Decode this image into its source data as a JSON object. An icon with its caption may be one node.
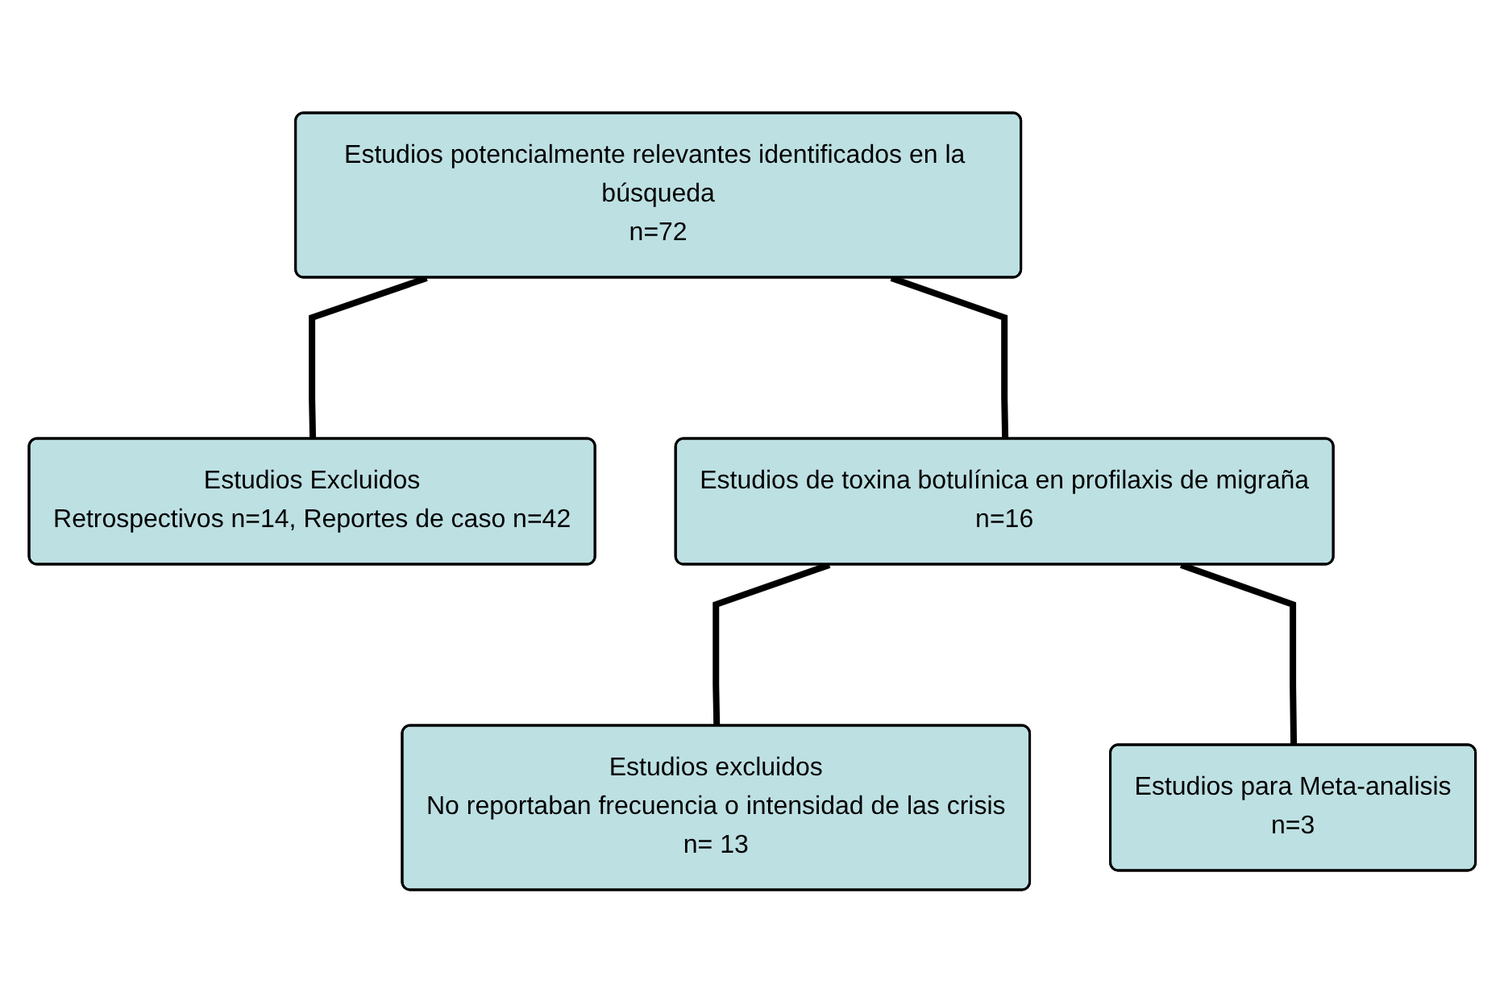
{
  "diagram": {
    "nodes": [
      {
        "text": [
          "Estudios potencialmente relevantes identificados en la búsqueda",
          "n=72"
        ]
      },
      {
        "text": [
          "Estudios Excluidos",
          "Retrospectivos n=14, Reportes de caso n=42"
        ]
      },
      {
        "text": [
          "Estudios de toxina botulínica en profilaxis de migraña",
          "n=16"
        ]
      },
      {
        "text": [
          "Estudios excluidos",
          "No reportaban frecuencia o intensidad de las crisis",
          "n= 13"
        ]
      },
      {
        "text": [
          "Estudios para Meta-analisis",
          "n=3"
        ]
      }
    ],
    "edges": [
      {
        "from": 0,
        "to": 1,
        "arrow": "none"
      },
      {
        "from": 0,
        "to": 2,
        "arrow": "none"
      },
      {
        "from": 2,
        "to": 3,
        "arrow": "none"
      },
      {
        "from": 2,
        "to": 4,
        "arrow": "none"
      }
    ]
  }
}
